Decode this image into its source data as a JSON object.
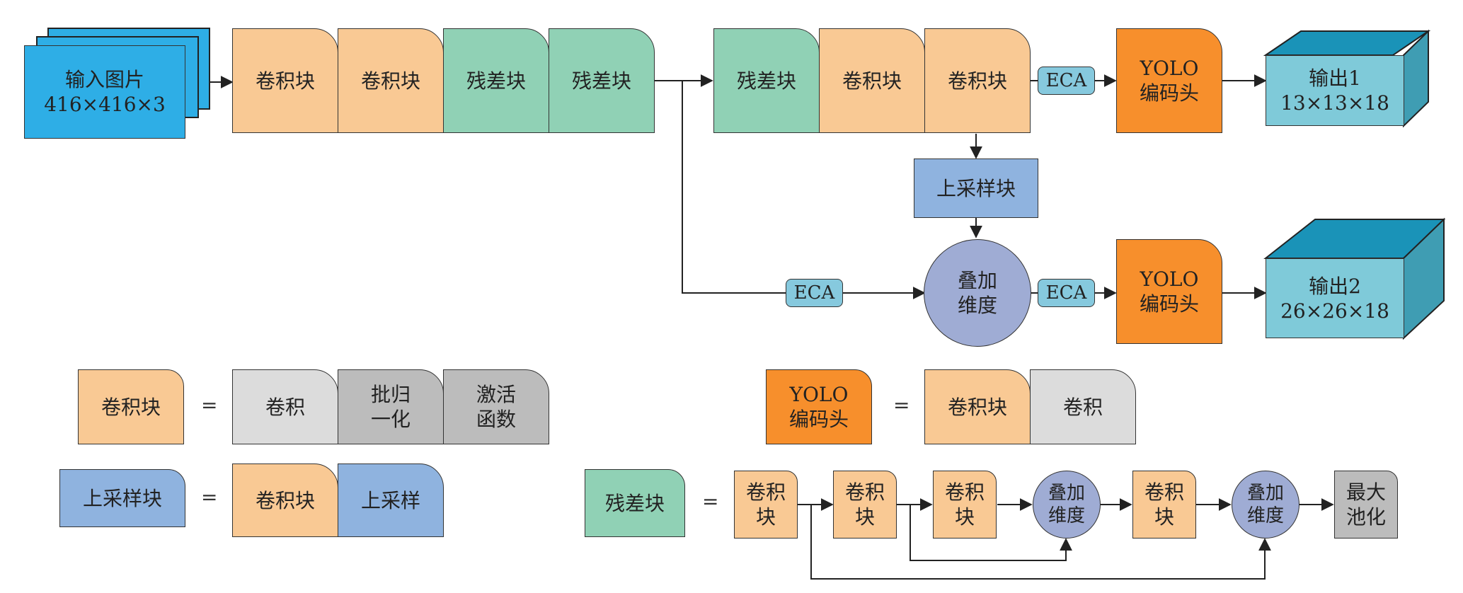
{
  "main": {
    "input": {
      "line1": "输入图片",
      "line2": "416×416×3"
    },
    "backbone": [
      "卷积块",
      "卷积块",
      "残差块",
      "残差块"
    ],
    "neck_top": [
      "残差块",
      "卷积块",
      "卷积块"
    ],
    "eca": "ECA",
    "yolo_head": {
      "line1": "YOLO",
      "line2": "编码头"
    },
    "upsample": "上采样块",
    "concat": {
      "line1": "叠加",
      "line2": "维度"
    },
    "output1": {
      "line1": "输出1",
      "line2": "13×13×18"
    },
    "output2": {
      "line1": "输出2",
      "line2": "26×26×18"
    }
  },
  "legend": {
    "equals": "=",
    "conv_block": {
      "name": "卷积块",
      "parts": [
        "卷积",
        "批归\n一化",
        "激活\n函数"
      ]
    },
    "upsample_block": {
      "name": "上采样块",
      "parts": [
        "卷积块",
        "上采样"
      ]
    },
    "yolo_block": {
      "name_line1": "YOLO",
      "name_line2": "编码头",
      "parts": [
        "卷积块",
        "卷积"
      ]
    },
    "residual_block": {
      "name": "残差块",
      "conv": {
        "line1": "卷积",
        "line2": "块"
      },
      "concat": {
        "line1": "叠加",
        "line2": "维度"
      },
      "maxpool": {
        "line1": "最大",
        "line2": "池化"
      }
    }
  },
  "colors": {
    "conv": "#f9c994",
    "residual": "#90d1b5",
    "upsample": "#8fb3df",
    "yolo": "#f78f2c",
    "eca": "#86c9de",
    "concat": "#9facd4",
    "input": "#2eaee6",
    "output": "#7fcad9",
    "gray_light": "#dcdcdc",
    "gray_dark": "#bcbcbc"
  }
}
